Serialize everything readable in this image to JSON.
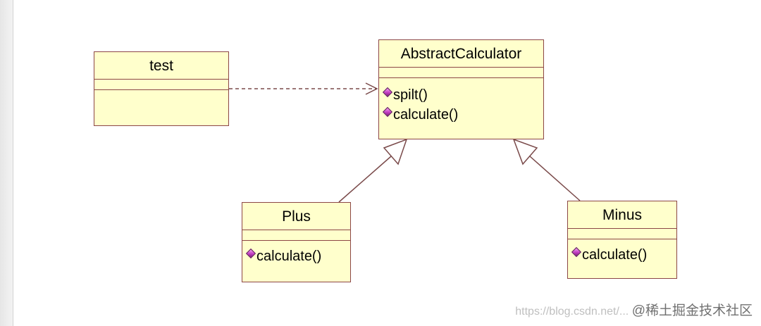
{
  "diagram": {
    "classes": {
      "test": {
        "name": "test",
        "operations": []
      },
      "abstract_calculator": {
        "name": "AbstractCalculator",
        "operations": [
          "spilt()",
          "calculate()"
        ]
      },
      "plus": {
        "name": "Plus",
        "operations": [
          "calculate()"
        ]
      },
      "minus": {
        "name": "Minus",
        "operations": [
          "calculate()"
        ]
      }
    },
    "relations": [
      {
        "type": "dependency",
        "from": "test",
        "to": "AbstractCalculator"
      },
      {
        "type": "generalization",
        "from": "Plus",
        "to": "AbstractCalculator"
      },
      {
        "type": "generalization",
        "from": "Minus",
        "to": "AbstractCalculator"
      }
    ],
    "colors": {
      "class_fill": "#ffffcc",
      "class_border": "#8c4646",
      "line": "#7a4a4a",
      "operation_icon": "#c23dc2"
    }
  },
  "watermark": {
    "url_text": "https://blog.csdn.net/...",
    "brand": "@稀土掘金技术社区"
  }
}
